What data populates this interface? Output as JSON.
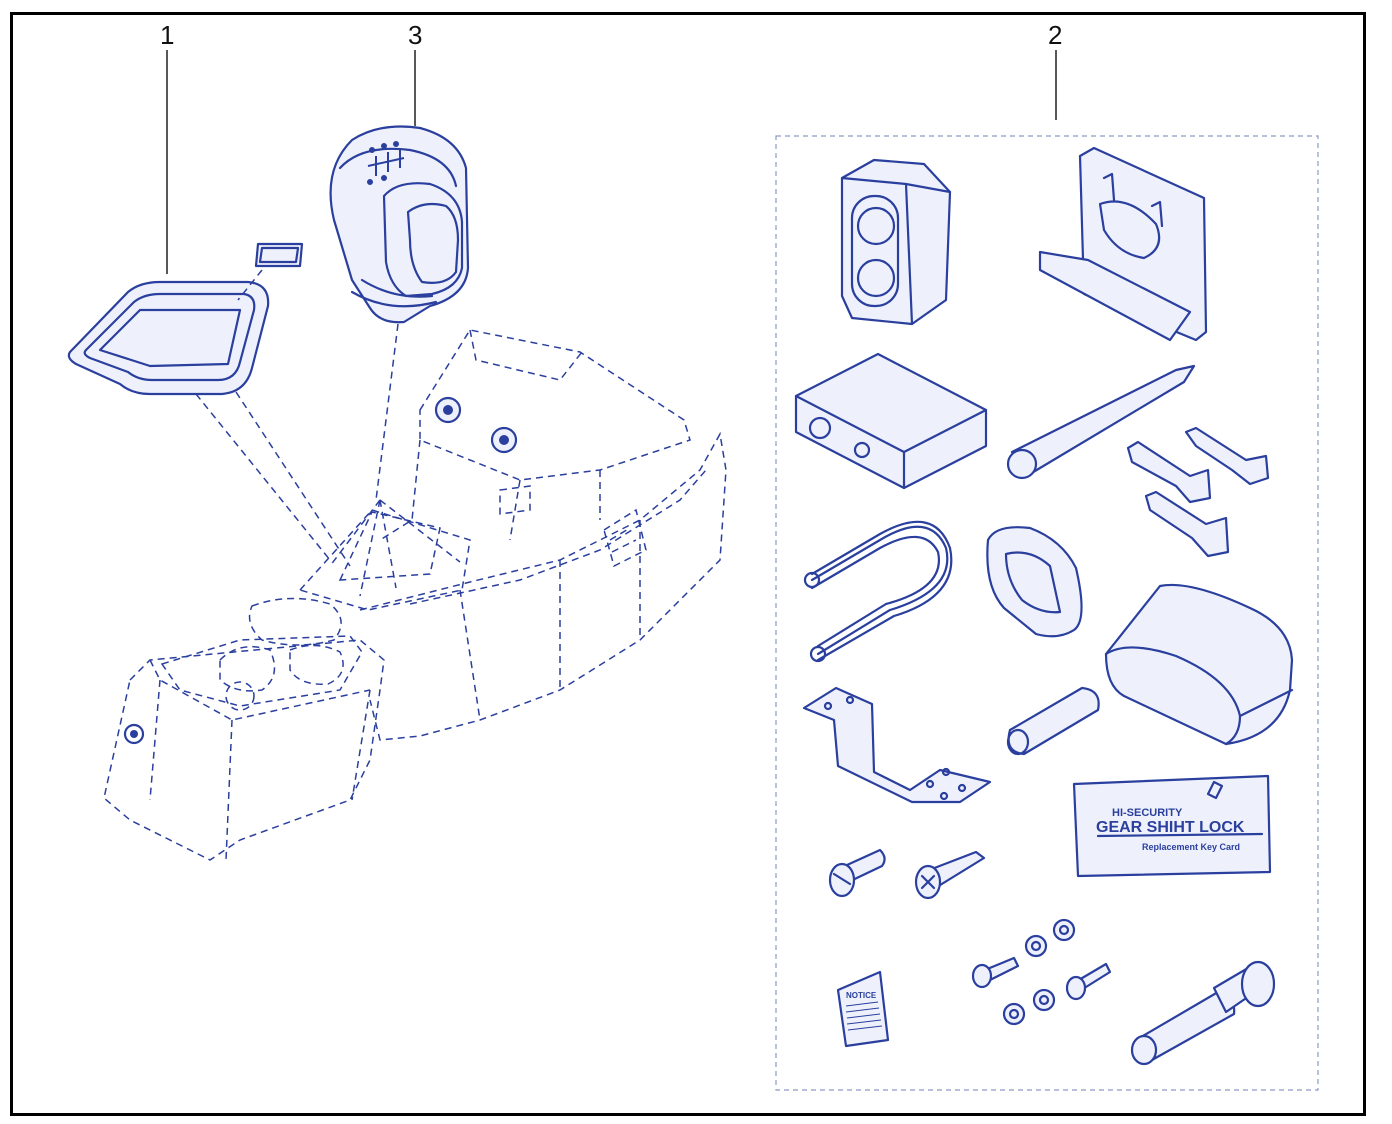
{
  "callouts": [
    {
      "id": "1",
      "label": "1"
    },
    {
      "id": "2",
      "label": "2"
    },
    {
      "id": "3",
      "label": "3"
    }
  ],
  "kit_card": {
    "line1": "HI-SECURITY",
    "line2": "GEAR SHIHT LOCK",
    "line3": "Replacement Key Card"
  },
  "notice_booklet": {
    "label": "NOTICE"
  },
  "colors": {
    "line_art": "#2a3f9e",
    "frame": "#000000",
    "kit_border": "#8a9ac8"
  },
  "icons": [
    "gear-knob-icon",
    "console-icon",
    "trim-ring-icon",
    "lock-kit-icon"
  ]
}
